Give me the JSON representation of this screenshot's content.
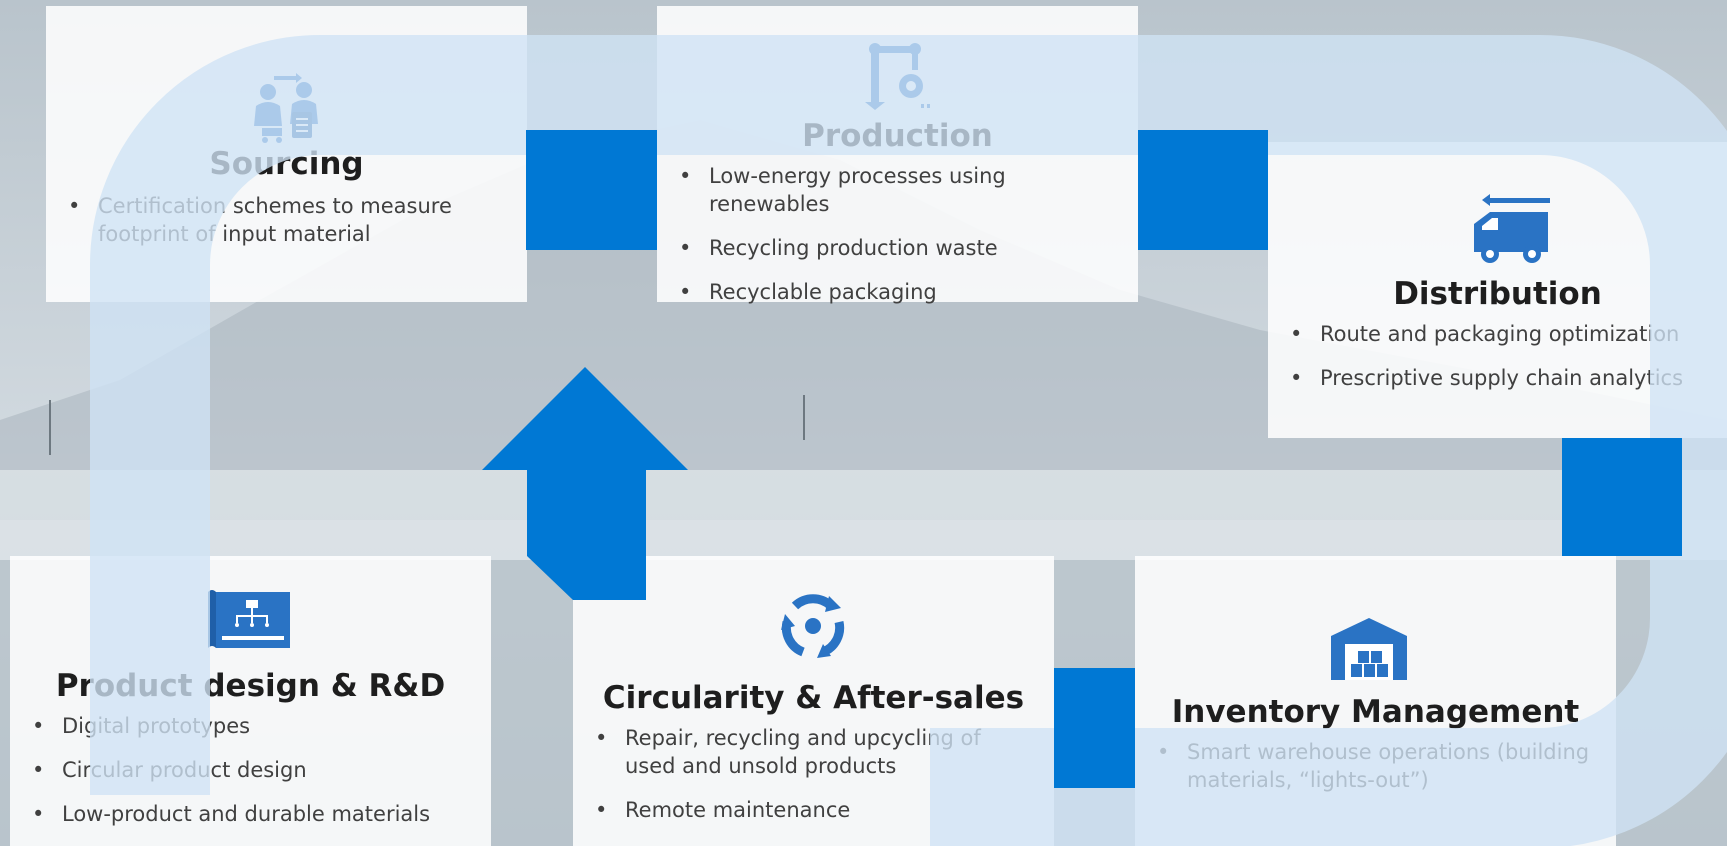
{
  "colors": {
    "arrow_blue": "#0078d4",
    "light_blue": "#cfe3f5",
    "card_bg": "#ffffff",
    "title_text": "#1e1e1e",
    "bullet_text": "#404040"
  },
  "stages": {
    "sourcing": {
      "title": "Sourcing",
      "icon": "exchange-people-icon",
      "bullets": [
        "Certification schemes to measure footprint of input material"
      ]
    },
    "production": {
      "title": "Production",
      "icon": "robot-arm-gear-icon",
      "bullets": [
        "Low-energy processes using renewables",
        "Recycling production waste",
        "Recyclable packaging"
      ]
    },
    "distribution": {
      "title": "Distribution",
      "icon": "delivery-truck-icon",
      "bullets": [
        "Route and packaging optimization",
        "Prescriptive supply chain analytics"
      ]
    },
    "product_design": {
      "title": "Product design & R&D",
      "icon": "blueprint-icon",
      "bullets": [
        "Digital prototypes",
        "Circular product design",
        "Low-product and durable materials"
      ]
    },
    "circularity": {
      "title": "Circularity & After-sales",
      "icon": "recycle-cycle-icon",
      "bullets": [
        "Repair, recycling and upcycling of used and unsold products",
        "Remote maintenance"
      ]
    },
    "inventory": {
      "title": "Inventory Management",
      "icon": "warehouse-icon",
      "bullets": [
        "Smart warehouse operations (building materials, “lights-out”)"
      ]
    }
  }
}
